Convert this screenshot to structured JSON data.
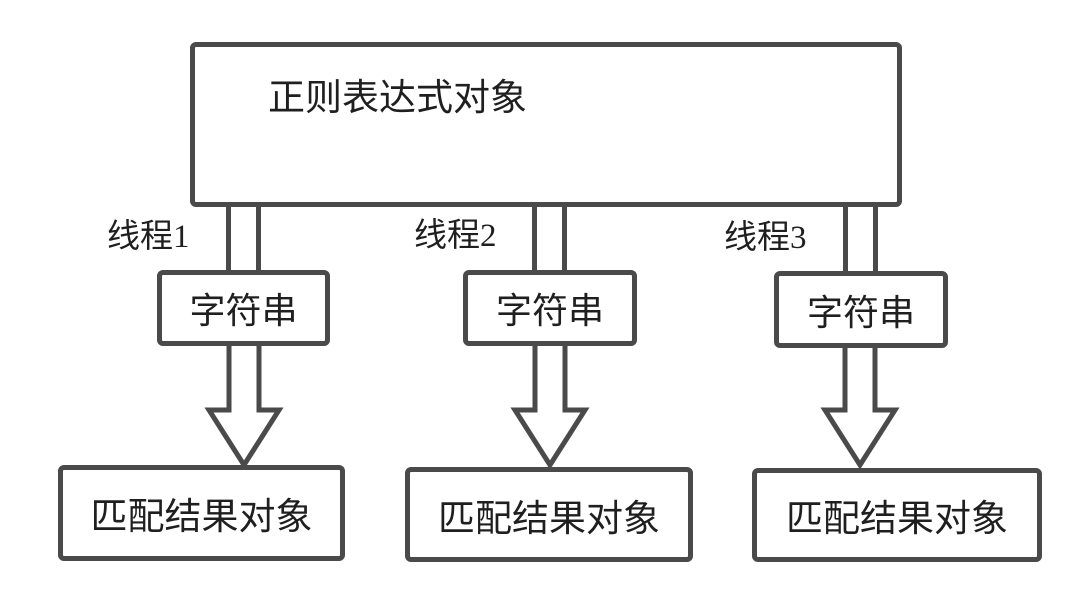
{
  "diagram": {
    "regex_box_label": "正则表达式对象",
    "columns": [
      {
        "thread_label": "线程1",
        "input_label": "字符串",
        "result_label": "匹配结果对象"
      },
      {
        "thread_label": "线程2",
        "input_label": "字符串",
        "result_label": "匹配结果对象"
      },
      {
        "thread_label": "线程3",
        "input_label": "字符串",
        "result_label": "匹配结果对象"
      }
    ],
    "colors": {
      "line": "#4a4a4a",
      "text": "#1f1f1f",
      "background": "#ffffff"
    }
  }
}
